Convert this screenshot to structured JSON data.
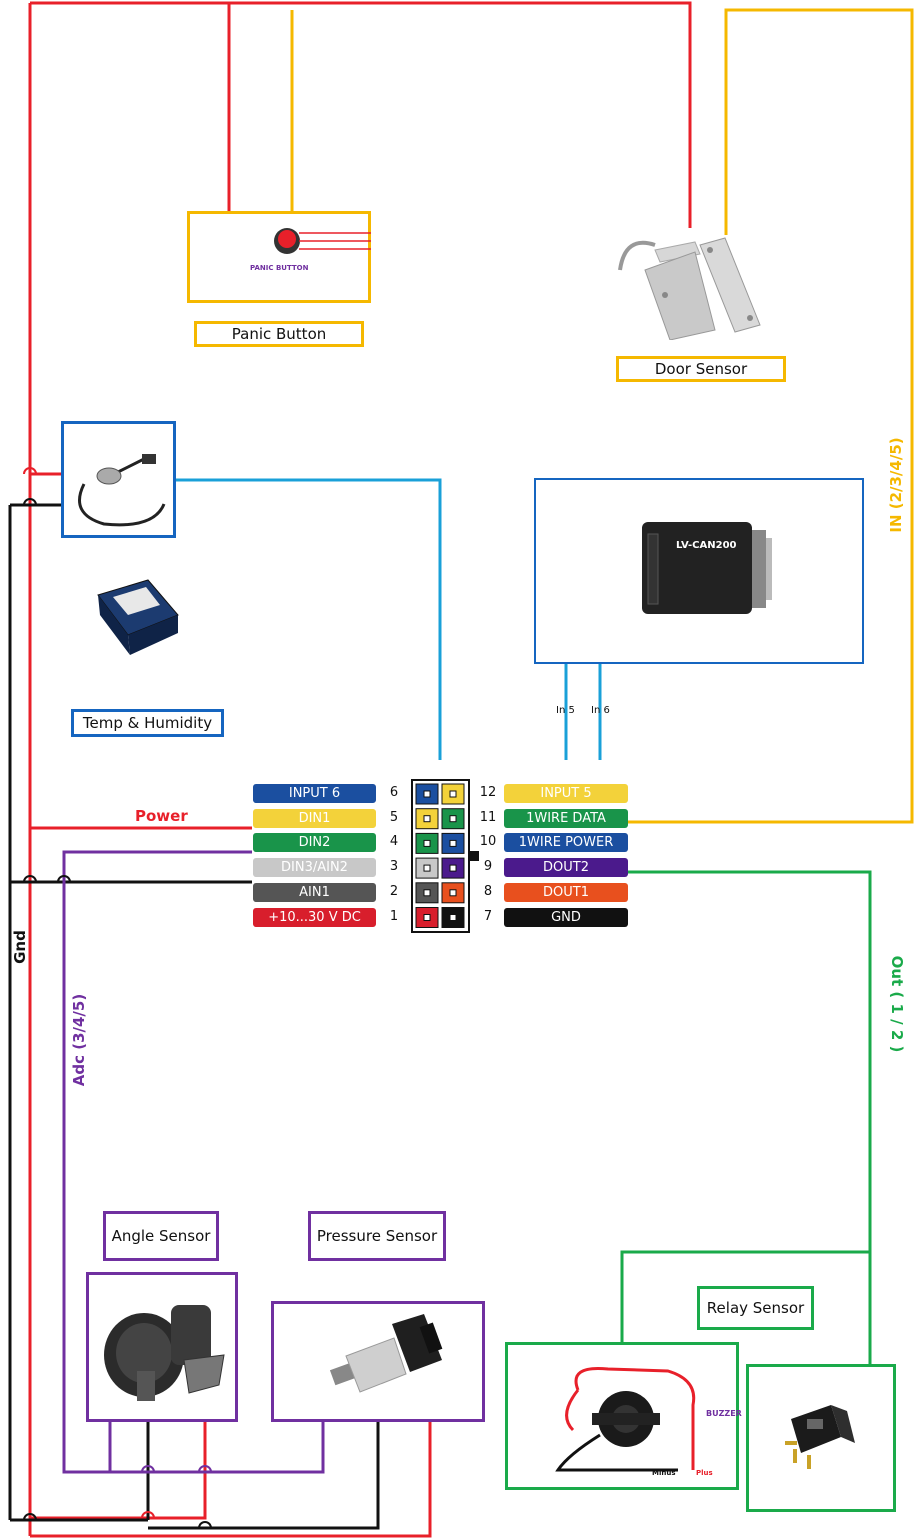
{
  "colors": {
    "red": "#e8202a",
    "yellow": "#f5b800",
    "blue": "#1aa0d8",
    "black": "#111111",
    "purple": "#7030a0",
    "green": "#1aaa4a",
    "boxBlue": "#1565c0"
  },
  "devices": {
    "panic_button": {
      "caption": "Panic Button",
      "inner_text": "PANIC BUTTON"
    },
    "door_sensor": {
      "caption": "Door Sensor"
    },
    "temp_humidity": {
      "caption": "Temp & Humidity"
    },
    "can_adapter": {
      "inner_text": "LV-CAN200"
    },
    "angle_sensor": {
      "caption": "Angle Sensor"
    },
    "pressure_sensor": {
      "caption": "Pressure Sensor"
    },
    "relay_sensor": {
      "caption": "Relay Sensor"
    },
    "buzzer": {
      "label": "BUZZER",
      "minus": "Minus",
      "plus": "Plus"
    }
  },
  "wire_labels": {
    "power": "Power",
    "gnd": "Gnd",
    "in_inputs": "IN (2/3/4/5)",
    "out_outputs": "Out ( 1 / 2 )",
    "adc": "Adc (3/4/5)",
    "in5": "In 5",
    "in6": "In 6"
  },
  "connector": {
    "left_pins": [
      {
        "num": "6",
        "label": "INPUT 6",
        "color": "#1b4fa0"
      },
      {
        "num": "5",
        "label": "DIN1",
        "color": "#f3d23a"
      },
      {
        "num": "4",
        "label": "DIN2",
        "color": "#19944a"
      },
      {
        "num": "3",
        "label": "DIN3/AIN2",
        "color": "#c8c8c8"
      },
      {
        "num": "2",
        "label": "AIN1",
        "color": "#555555"
      },
      {
        "num": "1",
        "label": "+10...30 V DC",
        "color": "#d81e2c"
      }
    ],
    "right_pins": [
      {
        "num": "12",
        "label": "INPUT 5",
        "color": "#f3d23a"
      },
      {
        "num": "11",
        "label": "1WIRE DATA",
        "color": "#19944a"
      },
      {
        "num": "10",
        "label": "1WIRE POWER",
        "color": "#1b4fa0"
      },
      {
        "num": "9",
        "label": "DOUT2",
        "color": "#4b1a8c"
      },
      {
        "num": "8",
        "label": "DOUT1",
        "color": "#e8501e"
      },
      {
        "num": "7",
        "label": "GND",
        "color": "#111111"
      }
    ]
  }
}
